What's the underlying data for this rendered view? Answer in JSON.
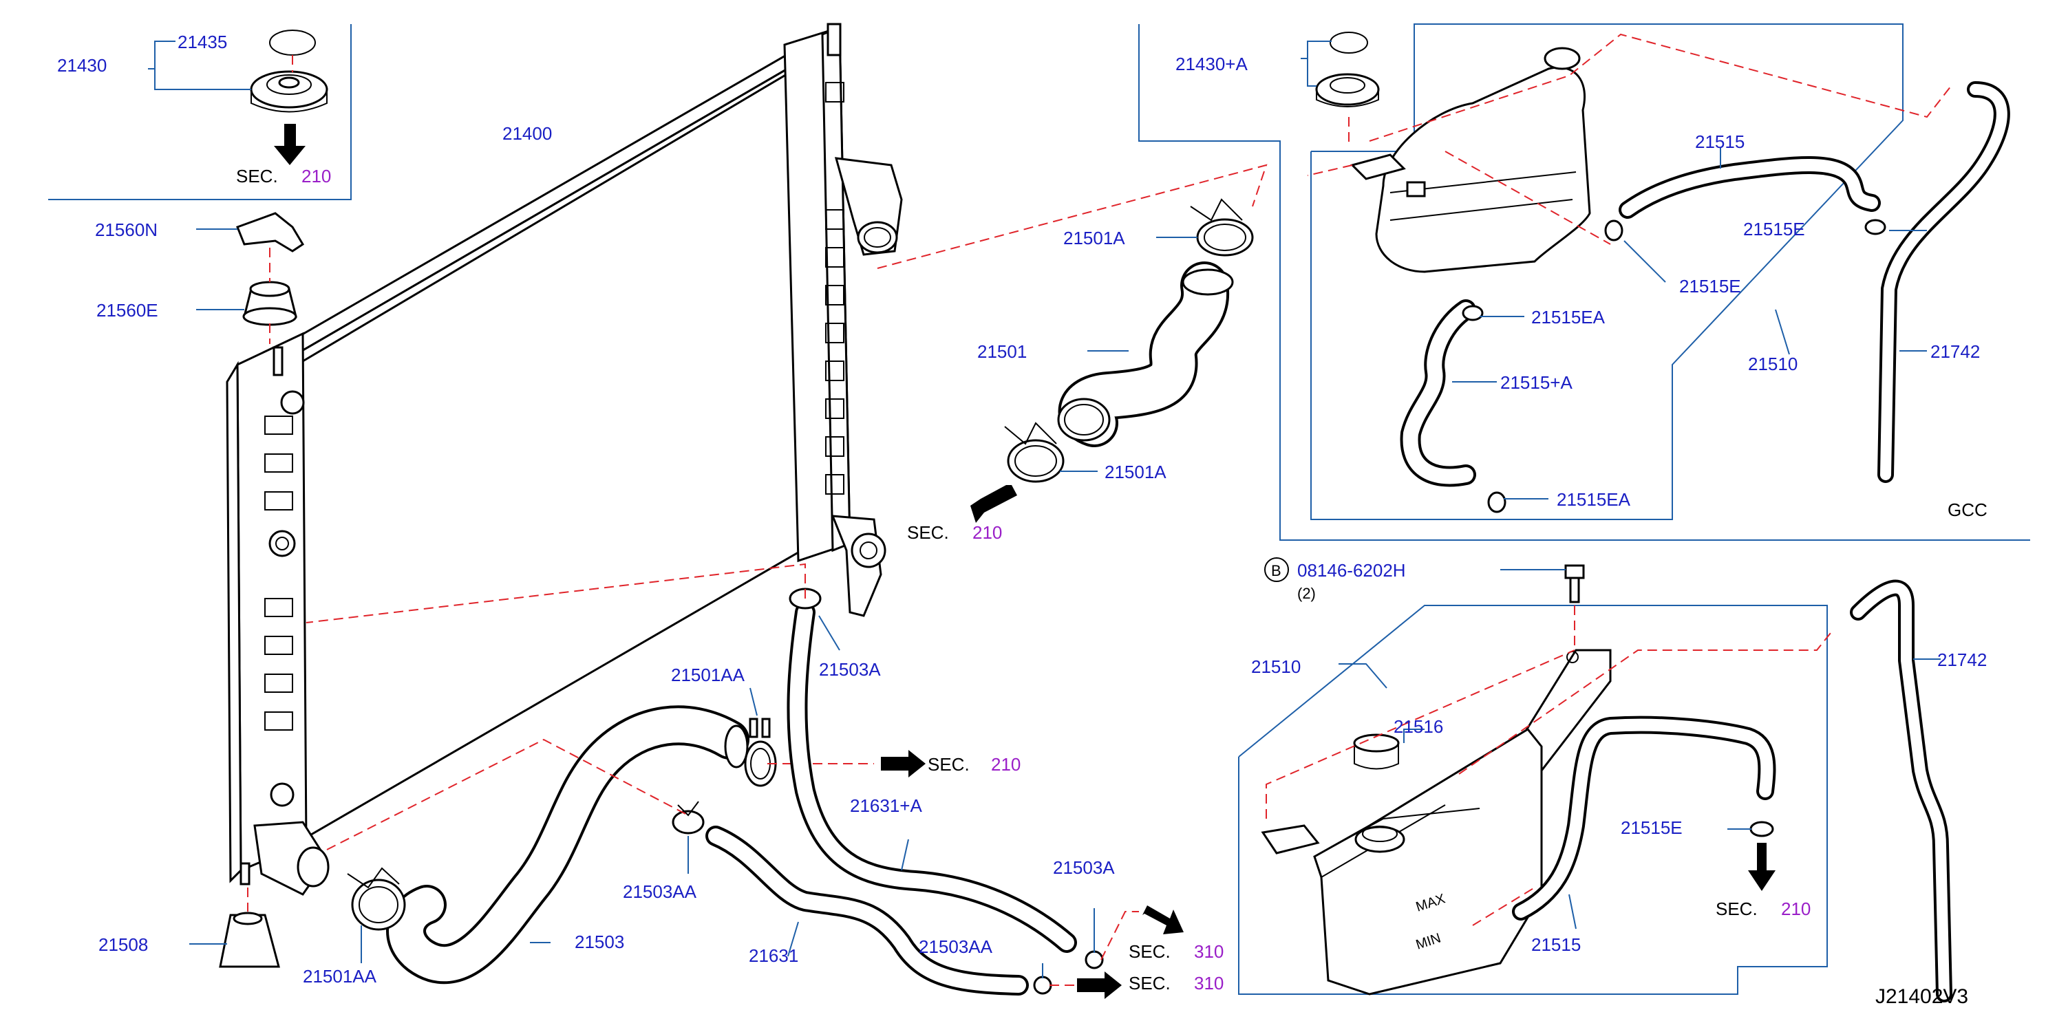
{
  "labels": {
    "p21430": "21430",
    "p21435": "21435",
    "sec210_a": "SEC.",
    "sec210_a_num": "210",
    "p21400": "21400",
    "p21560N": "21560N",
    "p21560E": "21560E",
    "p21501A_top": "21501A",
    "p21501": "21501",
    "p21501A_bot": "21501A",
    "sec210_b": "SEC.",
    "sec210_b_num": "210",
    "p21503A_top": "21503A",
    "p21501AA_top": "21501AA",
    "sec210_c": "SEC.",
    "sec210_c_num": "210",
    "p21631A": "21631+A",
    "p21503AA_mid": "21503AA",
    "p21503A_bot": "21503A",
    "sec310_a": "SEC.",
    "sec310_a_num": "310",
    "sec310_b": "SEC.",
    "sec310_b_num": "310",
    "p21503AA_bot": "21503AA",
    "p21631": "21631",
    "p21503": "21503",
    "p21508": "21508",
    "p21501AA_bot": "21501AA",
    "p21430A": "21430+A",
    "p21515_top": "21515",
    "p21515E_top1": "21515E",
    "p21515E_top2": "21515E",
    "p21515EA_top": "21515EA",
    "p21515A": "21515+A",
    "p21510_top": "21510",
    "p21742_top": "21742",
    "p21515EA_bot": "21515EA",
    "gcc": "GCC",
    "bolt_circle": "B",
    "bolt_part": "08146-6202H",
    "bolt_qty": "(2)",
    "p21510_bot": "21510",
    "p21516": "21516",
    "p21742_bot": "21742",
    "p21515E_bot": "21515E",
    "sec210_d": "SEC.",
    "sec210_d_num": "210",
    "p21515_bot": "21515",
    "tank_max": "MAX",
    "tank_min": "MIN",
    "diagram_id": "J21402V3"
  },
  "colors": {
    "part_number": "#1a1fc4",
    "section_number": "#9a1fc8",
    "leader_line": "#1e5fa8",
    "dashed_line": "#e0242a",
    "drawing": "#000000"
  }
}
